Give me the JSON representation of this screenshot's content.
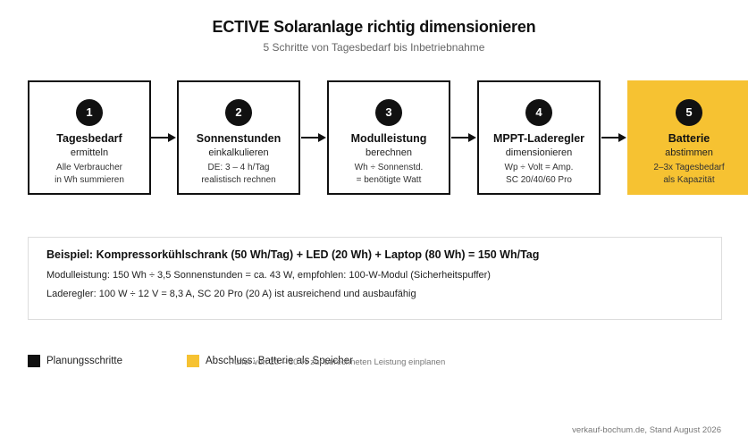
{
  "header": {
    "title": "ECTIVE Solaranlage richtig dimensionieren",
    "subtitle": "5 Schritte von Tagesbedarf bis Inbetriebnahme"
  },
  "steps": [
    {
      "number": "1",
      "name": "Tagesbedarf",
      "verb": "ermitteln",
      "detail1": "Alle Verbraucher",
      "detail2": "in Wh summieren"
    },
    {
      "number": "2",
      "name": "Sonnenstunden",
      "verb": "einkalkulieren",
      "detail1": "DE: 3 – 4 h/Tag",
      "detail2": "realistisch rechnen"
    },
    {
      "number": "3",
      "name": "Modulleistung",
      "verb": "berechnen",
      "detail1": "Wh ÷ Sonnenstd.",
      "detail2": "= benötigte Watt"
    },
    {
      "number": "4",
      "name": "MPPT-Laderegler",
      "verb": "dimensionieren",
      "detail1": "Wp ÷ Volt = Amp.",
      "detail2": "SC 20/40/60 Pro"
    },
    {
      "number": "5",
      "name": "Batterie",
      "verb": "abstimmen",
      "detail1": "2–3x Tagesbedarf",
      "detail2": "als Kapazität"
    }
  ],
  "example": {
    "title": "Beispiel: Kompressorkühlschrank (50 Wh/Tag) + LED (20 Wh) + Laptop (80 Wh) = 150 Wh/Tag",
    "line1": "Modulleistung: 150 Wh ÷ 3,5 Sonnenstunden = ca. 43 W, empfohlen: 100-W-Modul (Sicherheitspuffer)",
    "line2": "Laderegler: 100 W ÷ 12 V = 8,3 A, SC 20 Pro (20 A) ist ausreichend und ausbaufähig"
  },
  "legend": {
    "item1": "Planungsschritte",
    "item2": "Abschluss: Batterie als Speicher",
    "note": "Puffer von 20 – 30 % zur berechneten Leistung einplanen"
  },
  "footer": "verkauf-bochum.de, Stand August 2026",
  "colors": {
    "dark": "#111111",
    "accent": "#f6c232",
    "muted": "#666666"
  }
}
